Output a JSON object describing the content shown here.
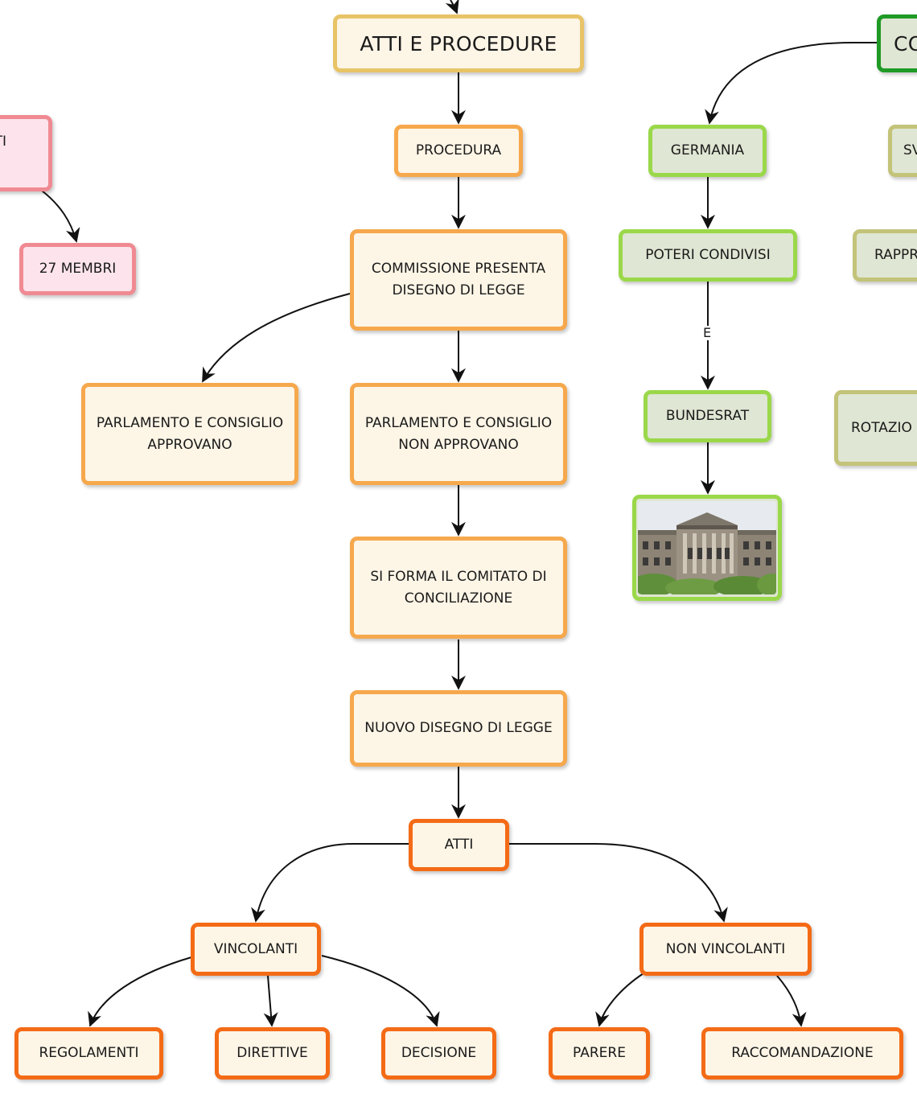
{
  "nodes": {
    "atti_e_procedure": "ATTI E PROCEDURE",
    "procedura": "PROCEDURA",
    "commissione": "COMMISSIONE PRESENTA\nDISEGNO DI LEGGE",
    "parl_approvano": "PARLAMENTO E CONSIGLIO\nAPPROVANO",
    "parl_non_approvano": "PARLAMENTO E CONSIGLIO\nNON APPROVANO",
    "comitato": "SI FORMA IL COMITATO DI\nCONCILIAZIONE",
    "nuovo_disegno": "NUOVO DISEGNO DI LEGGE",
    "atti": "ATTI",
    "vincolanti": "VINCOLANTI",
    "non_vincolanti": "NON VINCOLANTI",
    "regolamenti": "REGOLAMENTI",
    "direttive": "DIRETTIVE",
    "decisione": "DECISIONE",
    "parere": "PARERE",
    "raccomandazione": "RACCOMANDAZIONE",
    "membri": "27 MEMBRI",
    "pink_partial": "TI",
    "germania": "GERMANIA",
    "poteri_condivisi": "POTERI CONDIVISI",
    "bundesrat": "BUNDESRAT",
    "green_partial": "CO",
    "sv_partial": "SV",
    "rapp_partial": "RAPPR",
    "rotazio_partial": "ROTAZIO"
  },
  "edge_labels": {
    "poteri_to_bundesrat": "E"
  },
  "image": {
    "icon": "bundesrat-building-photo"
  },
  "colors": {
    "gold": "#e8c467",
    "orange": "#f6a84c",
    "dark_orange": "#f46b16",
    "pink": "#f08a92",
    "light_green": "#9ad84a",
    "olive": "#c3c379",
    "dark_green": "#1f9a25"
  }
}
